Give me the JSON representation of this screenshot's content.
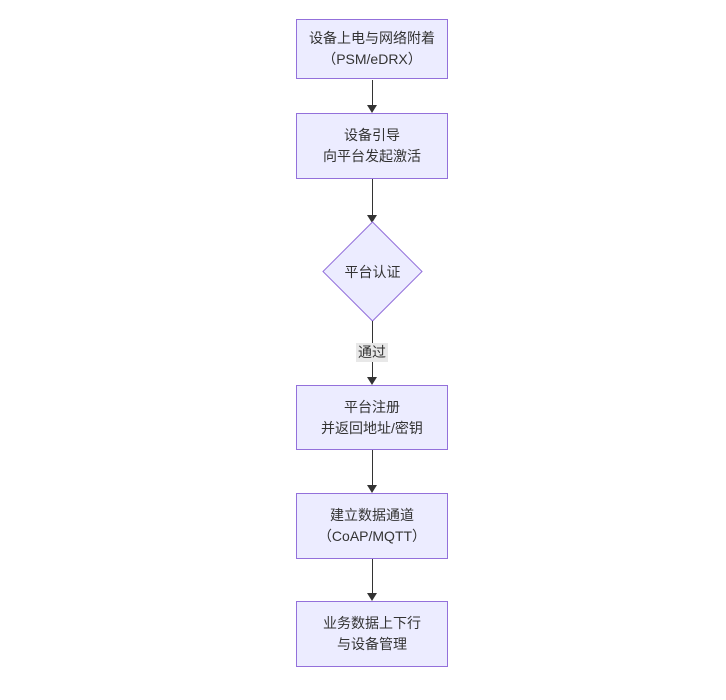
{
  "diagram": {
    "type": "flowchart",
    "direction": "top-down",
    "nodes": [
      {
        "id": "A",
        "shape": "rect",
        "label": "设备上电与网络附着\n（PSM/eDRX）"
      },
      {
        "id": "B",
        "shape": "rect",
        "label": "设备引导\n向平台发起激活"
      },
      {
        "id": "C",
        "shape": "diamond",
        "label": "平台认证"
      },
      {
        "id": "D",
        "shape": "rect",
        "label": "平台注册\n并返回地址/密钥"
      },
      {
        "id": "E",
        "shape": "rect",
        "label": "建立数据通道\n（CoAP/MQTT）"
      },
      {
        "id": "F",
        "shape": "rect",
        "label": "业务数据上下行\n与设备管理"
      }
    ],
    "edges": [
      {
        "from": "A",
        "to": "B",
        "label": ""
      },
      {
        "from": "B",
        "to": "C",
        "label": ""
      },
      {
        "from": "C",
        "to": "D",
        "label": "通过"
      },
      {
        "from": "D",
        "to": "E",
        "label": ""
      },
      {
        "from": "E",
        "to": "F",
        "label": ""
      }
    ],
    "colors": {
      "node_fill": "#ECECFF",
      "node_border": "#9370DB",
      "text": "#333333",
      "arrow": "#333333",
      "edge_label_bg": "#e8e8e8",
      "background": "#ffffff"
    }
  }
}
